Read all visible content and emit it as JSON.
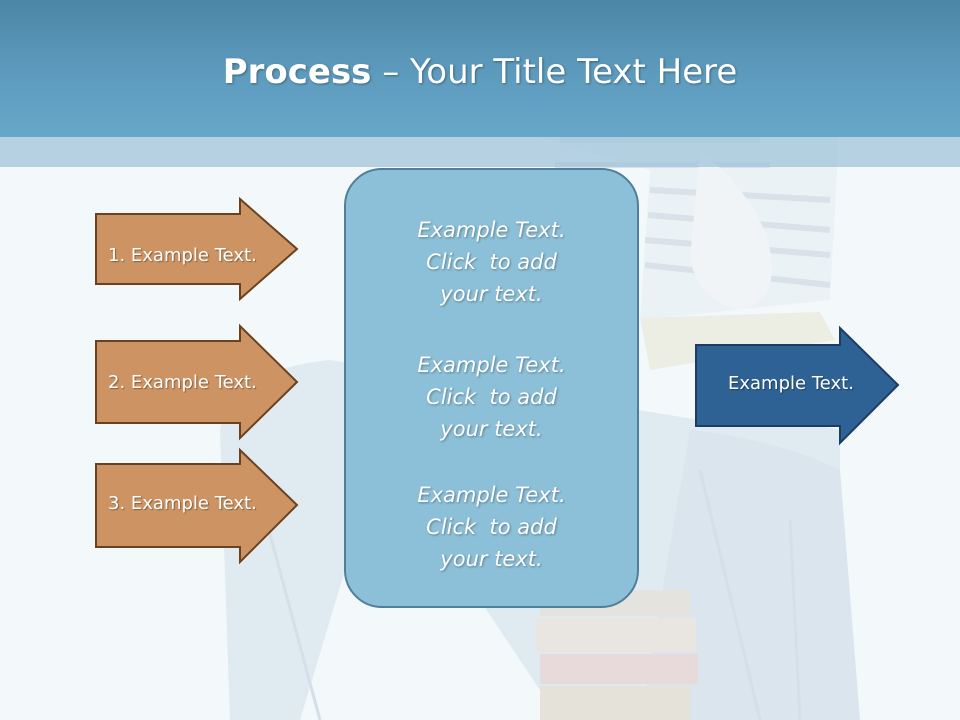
{
  "title": {
    "bold": "Process",
    "rest": " – Your Title Text Here"
  },
  "left_arrows": [
    {
      "label": "1. Example Text."
    },
    {
      "label": "2. Example Text."
    },
    {
      "label": "3. Example Text."
    }
  ],
  "center_box": {
    "blocks": [
      {
        "lines": [
          "Example Text.",
          "Click  to add",
          "your text."
        ]
      },
      {
        "lines": [
          "Example Text.",
          "Click  to add",
          "your text."
        ]
      },
      {
        "lines": [
          "Example Text.",
          "Click  to add",
          "your text."
        ]
      }
    ]
  },
  "right_arrow": {
    "label": "Example Text."
  },
  "colors": {
    "title_bar": "#5f9dc0",
    "left_arrow_fill": "#cd9362",
    "left_arrow_stroke": "#6b4220",
    "center_box_fill": "#8cc0d8",
    "right_arrow_fill": "#2e6194",
    "right_arrow_stroke": "#1c3d63"
  }
}
